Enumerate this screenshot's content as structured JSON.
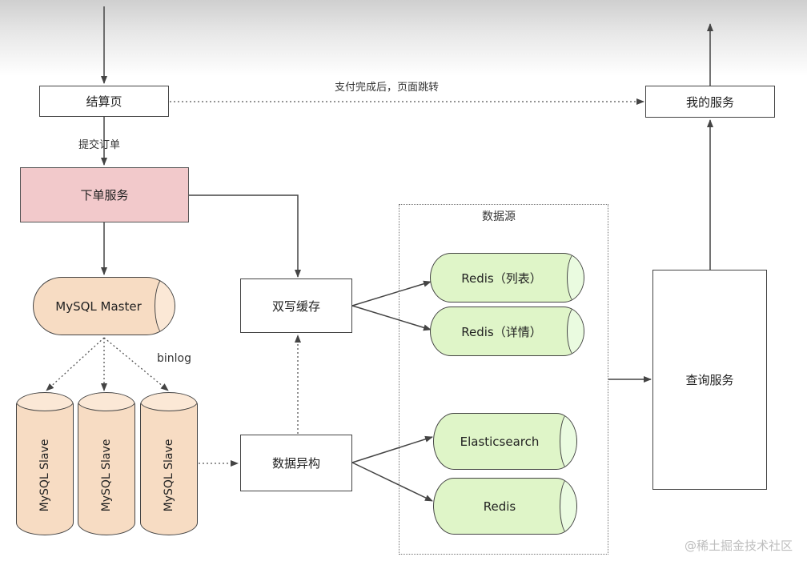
{
  "diagram": {
    "checkout_page": "结算页",
    "submit_order": "提交订单",
    "pay_redirect": "支付完成后，页面跳转",
    "my_service": "我的服务",
    "order_service": "下单服务",
    "datasource_title": "数据源",
    "mysql_master": "MySQL Master",
    "binlog": "binlog",
    "mysql_slaves": [
      "MySQL Slave",
      "MySQL Slave",
      "MySQL Slave"
    ],
    "double_write_cache": "双写缓存",
    "data_heterogeneous": "数据异构",
    "redis_list": "Redis（列表）",
    "redis_detail": "Redis（详情）",
    "elasticsearch": "Elasticsearch",
    "redis": "Redis",
    "query_service": "查询服务"
  },
  "watermark": "@稀土掘金技术社区",
  "colors": {
    "order_service_fill": "#f2c9cb",
    "datasource_fill": "#dff5c8",
    "mysql_fill": "#f7dcc3"
  }
}
